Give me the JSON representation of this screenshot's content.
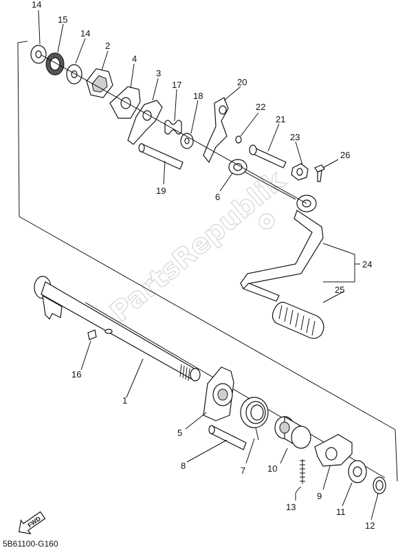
{
  "diagram_code": "5B61100-G160",
  "watermark": "PartsRepublik",
  "fwd_label": "FWD",
  "callouts": [
    {
      "id": "p14a",
      "label": "14"
    },
    {
      "id": "p15",
      "label": "15"
    },
    {
      "id": "p14b",
      "label": "14"
    },
    {
      "id": "p2",
      "label": "2"
    },
    {
      "id": "p4",
      "label": "4"
    },
    {
      "id": "p3",
      "label": "3"
    },
    {
      "id": "p17",
      "label": "17"
    },
    {
      "id": "p18",
      "label": "18"
    },
    {
      "id": "p20",
      "label": "20"
    },
    {
      "id": "p22",
      "label": "22"
    },
    {
      "id": "p21",
      "label": "21"
    },
    {
      "id": "p23",
      "label": "23"
    },
    {
      "id": "p26",
      "label": "26"
    },
    {
      "id": "p19",
      "label": "19"
    },
    {
      "id": "p6",
      "label": "6"
    },
    {
      "id": "p24",
      "label": "24"
    },
    {
      "id": "p25",
      "label": "25"
    },
    {
      "id": "p16",
      "label": "16"
    },
    {
      "id": "p1",
      "label": "1"
    },
    {
      "id": "p5",
      "label": "5"
    },
    {
      "id": "p8",
      "label": "8"
    },
    {
      "id": "p7",
      "label": "7"
    },
    {
      "id": "p10",
      "label": "10"
    },
    {
      "id": "p9",
      "label": "9"
    },
    {
      "id": "p13",
      "label": "13"
    },
    {
      "id": "p11",
      "label": "11"
    },
    {
      "id": "p12",
      "label": "12"
    }
  ]
}
